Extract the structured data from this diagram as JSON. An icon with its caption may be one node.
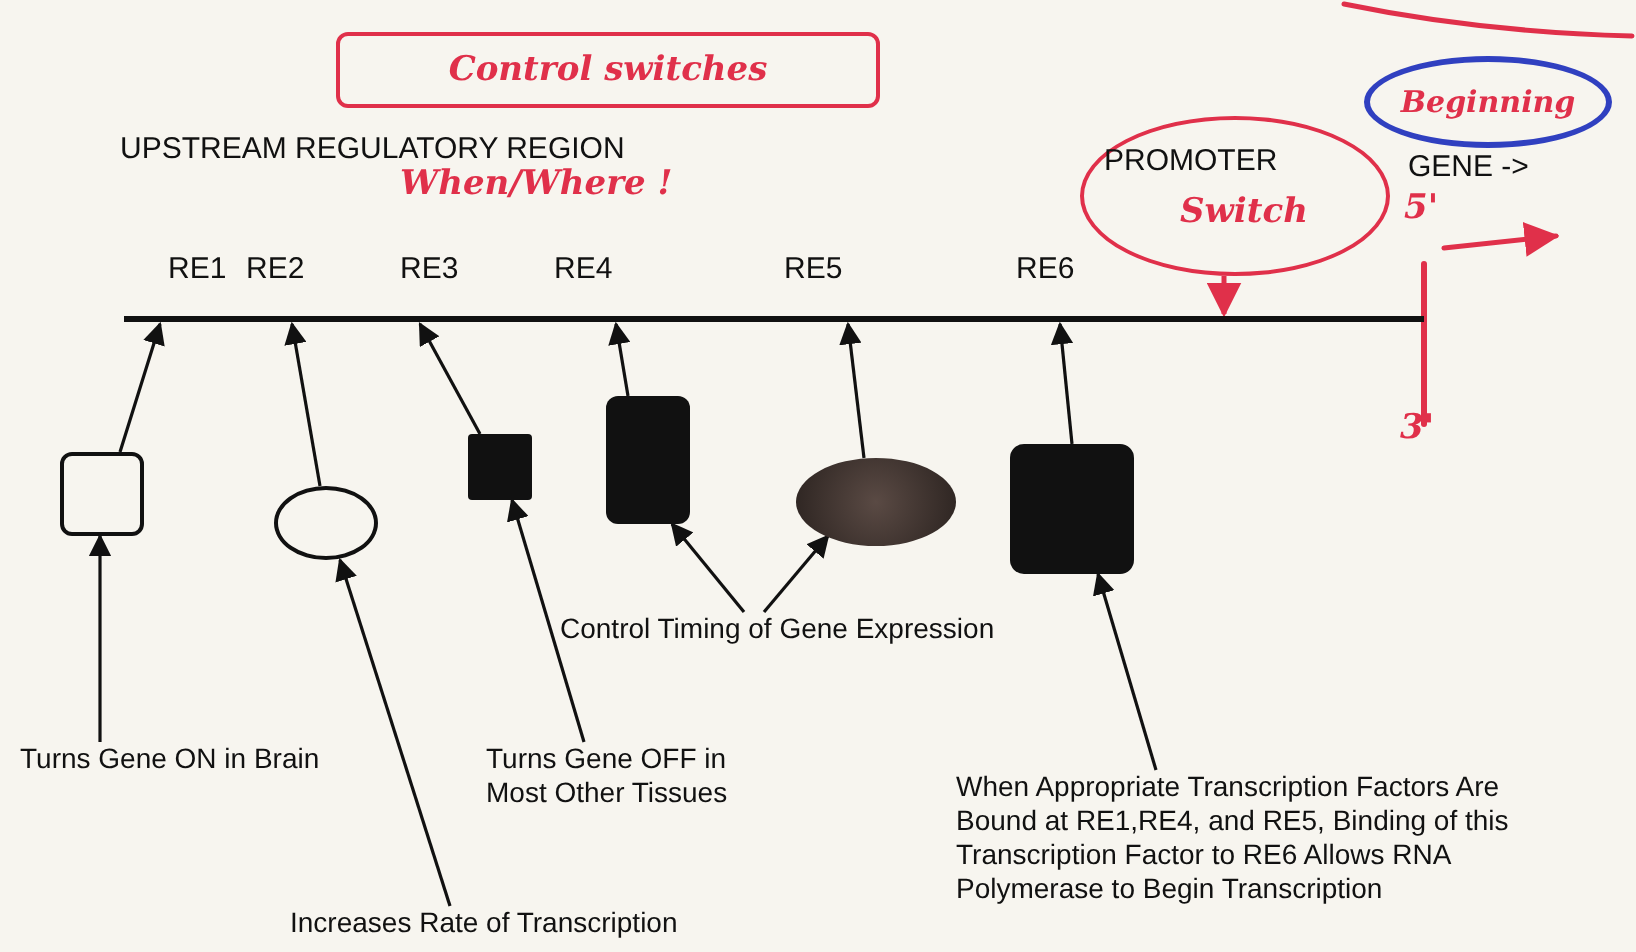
{
  "diagram": {
    "nodes": [
      {
        "text": [
          "Control switches"
        ]
      },
      {
        "text": [
          "PROMOTER",
          "Switch"
        ]
      },
      {
        "text": [
          "Beginning"
        ]
      },
      {
        "text": [],
        "shape": "bar"
      },
      {
        "text": [],
        "shape": "box"
      },
      {
        "text": [],
        "shape": "circle"
      },
      {
        "text": [],
        "shape": "box"
      },
      {
        "text": [],
        "shape": "box"
      },
      {
        "text": [],
        "shape": "circle"
      },
      {
        "text": [],
        "shape": "box"
      },
      {
        "text": [
          "Control Timing of Gene Expression"
        ]
      },
      {
        "text": [
          "Turns Gene ON in Brain"
        ]
      },
      {
        "text": [
          "Turns Gene OFF in Most Other Tissues"
        ]
      },
      {
        "text": [
          "When Appropriate Transcription Factors Are Bound at RE1,RE4, and RE5, Binding of this Transcription Factor to RE6 Allows RNA Polymerase to Begin Transcription"
        ]
      },
      {
        "text": [
          "Increases Rate of Transcription"
        ]
      }
    ],
    "edges": [
      {
        "from": 4,
        "to": 3,
        "arrow": "to"
      },
      {
        "from": 5,
        "to": 3,
        "arrow": "to"
      },
      {
        "from": 6,
        "to": 3,
        "arrow": "to"
      },
      {
        "from": 7,
        "to": 3,
        "arrow": "to"
      },
      {
        "from": 8,
        "to": 3,
        "arrow": "to"
      },
      {
        "from": 9,
        "to": 3,
        "arrow": "to"
      },
      {
        "from": 1,
        "to": 3,
        "arrow": "to",
        "color": "#e0304a"
      },
      {
        "from": 10,
        "to": 7,
        "arrow": "to"
      },
      {
        "from": 10,
        "to": 8,
        "arrow": "to"
      },
      {
        "from": 11,
        "to": 4,
        "arrow": "to"
      },
      {
        "from": 12,
        "to": 6,
        "arrow": "to"
      },
      {
        "from": 13,
        "to": 9,
        "arrow": "to"
      },
      {
        "from": 14,
        "to": 5,
        "arrow": "to"
      }
    ],
    "labels": [
      "UPSTREAM REGULATORY REGION",
      "GENE ->",
      "When/Where !",
      "5'",
      "RE1",
      "RE2",
      "RE3",
      "RE4",
      "RE5",
      "RE6",
      "3'"
    ]
  }
}
